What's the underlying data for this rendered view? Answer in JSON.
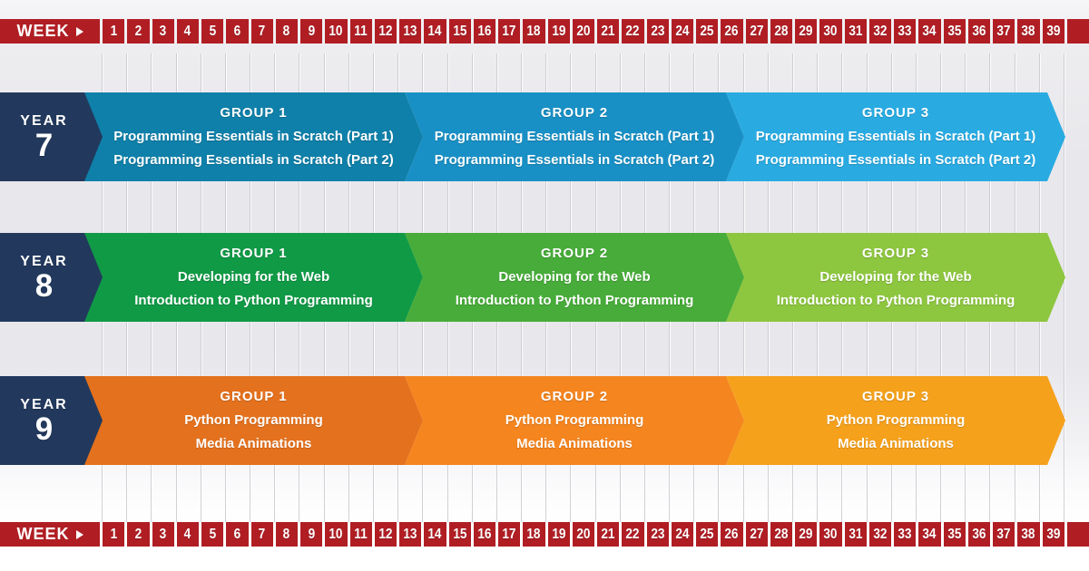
{
  "palette": {
    "bar_red": "#b01e24",
    "year_navy": "#22395d",
    "gridline_gray": "#c9c8ce"
  },
  "week_bar": {
    "label": "WEEK",
    "arrow_icon": "play-triangle-icon",
    "weeks": [
      "1",
      "2",
      "3",
      "4",
      "5",
      "6",
      "7",
      "8",
      "9",
      "10",
      "11",
      "12",
      "13",
      "14",
      "15",
      "16",
      "17",
      "18",
      "19",
      "20",
      "21",
      "22",
      "23",
      "24",
      "25",
      "26",
      "27",
      "28",
      "29",
      "30",
      "31",
      "32",
      "33",
      "34",
      "35",
      "36",
      "37",
      "38",
      "39"
    ]
  },
  "years": [
    {
      "year_label": "YEAR",
      "year_number": "7",
      "groups": [
        {
          "heading": "GROUP 1",
          "color": "#0f80a9",
          "lines": [
            "Programming Essentials in Scratch (Part 1)",
            "Programming Essentials in Scratch (Part 2)"
          ]
        },
        {
          "heading": "GROUP 2",
          "color": "#1990c5",
          "lines": [
            "Programming Essentials in Scratch (Part 1)",
            "Programming Essentials in Scratch (Part 2)"
          ]
        },
        {
          "heading": "GROUP 3",
          "color": "#29abe2",
          "lines": [
            "Programming Essentials in Scratch (Part 1)",
            "Programming Essentials in Scratch (Part 2)"
          ]
        }
      ]
    },
    {
      "year_label": "YEAR",
      "year_number": "8",
      "groups": [
        {
          "heading": "GROUP 1",
          "color": "#109a46",
          "lines": [
            "Developing for the Web",
            "Introduction to Python Programming"
          ]
        },
        {
          "heading": "GROUP 2",
          "color": "#47ac39",
          "lines": [
            "Developing for the Web",
            "Introduction to Python Programming"
          ]
        },
        {
          "heading": "GROUP 3",
          "color": "#8dc63f",
          "lines": [
            "Developing for the Web",
            "Introduction to Python Programming"
          ]
        }
      ]
    },
    {
      "year_label": "YEAR",
      "year_number": "9",
      "groups": [
        {
          "heading": "GROUP 1",
          "color": "#e4711d",
          "lines": [
            "Python Programming",
            "Media Animations"
          ]
        },
        {
          "heading": "GROUP 2",
          "color": "#f5851f",
          "lines": [
            "Python Programming",
            "Media Animations"
          ]
        },
        {
          "heading": "GROUP 3",
          "color": "#f5a11c",
          "lines": [
            "Python Programming",
            "Media Animations"
          ]
        }
      ]
    }
  ]
}
